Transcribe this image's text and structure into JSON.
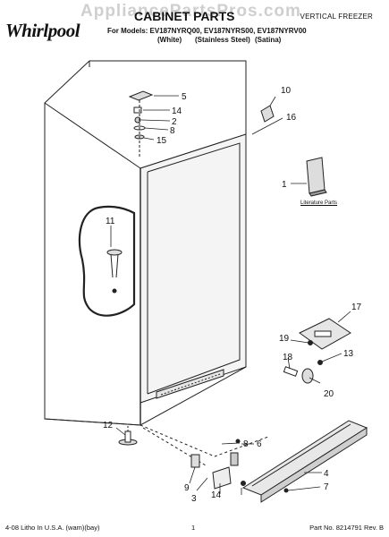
{
  "header": {
    "brand": "Whirlpool",
    "watermark": "AppliancePartsPros.com",
    "title": "CABINET PARTS",
    "category": "VERTICAL FREEZER",
    "models_line": "For Models: EV187NYRQ00, EV187NYRS00, EV187NYRV00",
    "variants": [
      "(White)",
      "(Stainless Steel)",
      "(Satina)"
    ]
  },
  "diagram": {
    "literature_label": "Literature Parts",
    "callouts": [
      "1",
      "2",
      "3",
      "4",
      "5",
      "6",
      "7",
      "8",
      "8",
      "9",
      "10",
      "11",
      "12",
      "13",
      "14",
      "14",
      "15",
      "16",
      "17",
      "18",
      "19",
      "20"
    ]
  },
  "footer": {
    "left": "4-08 Litho In U.S.A. (wam)(bay)",
    "page": "1",
    "right": "Part No. 8214791 Rev. B"
  },
  "colors": {
    "line": "#222222",
    "fill_light": "#f4f4f4",
    "watermark": "#cfcfcf"
  }
}
